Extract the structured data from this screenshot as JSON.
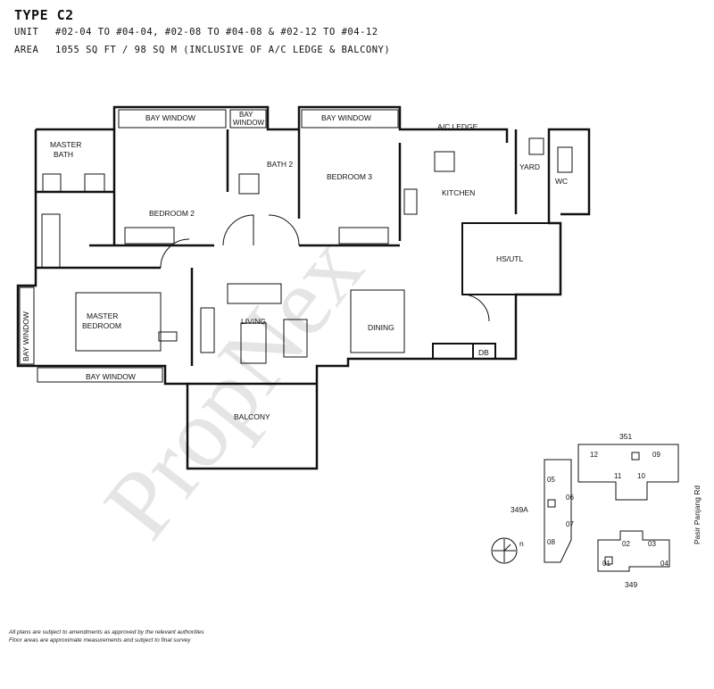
{
  "header": {
    "type_label": "TYPE C2",
    "unit_key": "UNIT",
    "unit_value": "#02-04 TO #04-04, #02-08 TO #04-08 & #02-12 TO #04-12",
    "area_key": "AREA",
    "area_value": "1055 SQ FT / 98 SQ M (INCLUSIVE OF A/C LEDGE & BALCONY)"
  },
  "rooms": {
    "bay_window_top_left": "BAY WINDOW",
    "bay_window_small_1": "BAY",
    "bay_window_small_2": "WINDOW",
    "bay_window_top_right": "BAY WINDOW",
    "ac_ledge": "A/C LEDGE",
    "master_bath_1": "MASTER",
    "master_bath_2": "BATH",
    "bath2": "BATH 2",
    "bedroom3": "BEDROOM 3",
    "kitchen": "KITCHEN",
    "yard": "YARD",
    "wc": "WC",
    "bedroom2": "BEDROOM 2",
    "hs_utl": "HS/UTL",
    "master_bedroom_1": "MASTER",
    "master_bedroom_2": "BEDROOM",
    "bay_window_vertical": "BAY WINDOW",
    "living": "LIVING",
    "dining": "DINING",
    "db": "DB",
    "bay_window_bottom": "BAY WINDOW",
    "balcony": "BALCONY"
  },
  "keyplan": {
    "block_351": "351",
    "block_349a": "349A",
    "block_349": "349",
    "road": "Pasir Panjang Rd",
    "north": "n",
    "units": [
      "12",
      "09",
      "11",
      "10",
      "05",
      "06",
      "07",
      "08",
      "02",
      "03",
      "01",
      "04"
    ]
  },
  "watermark": "PropNex",
  "footer": {
    "line1": "All plans are subject to amendments as approved by the relevant authorities",
    "line2": "Floor areas are approximate measurements and subject to final survey"
  }
}
